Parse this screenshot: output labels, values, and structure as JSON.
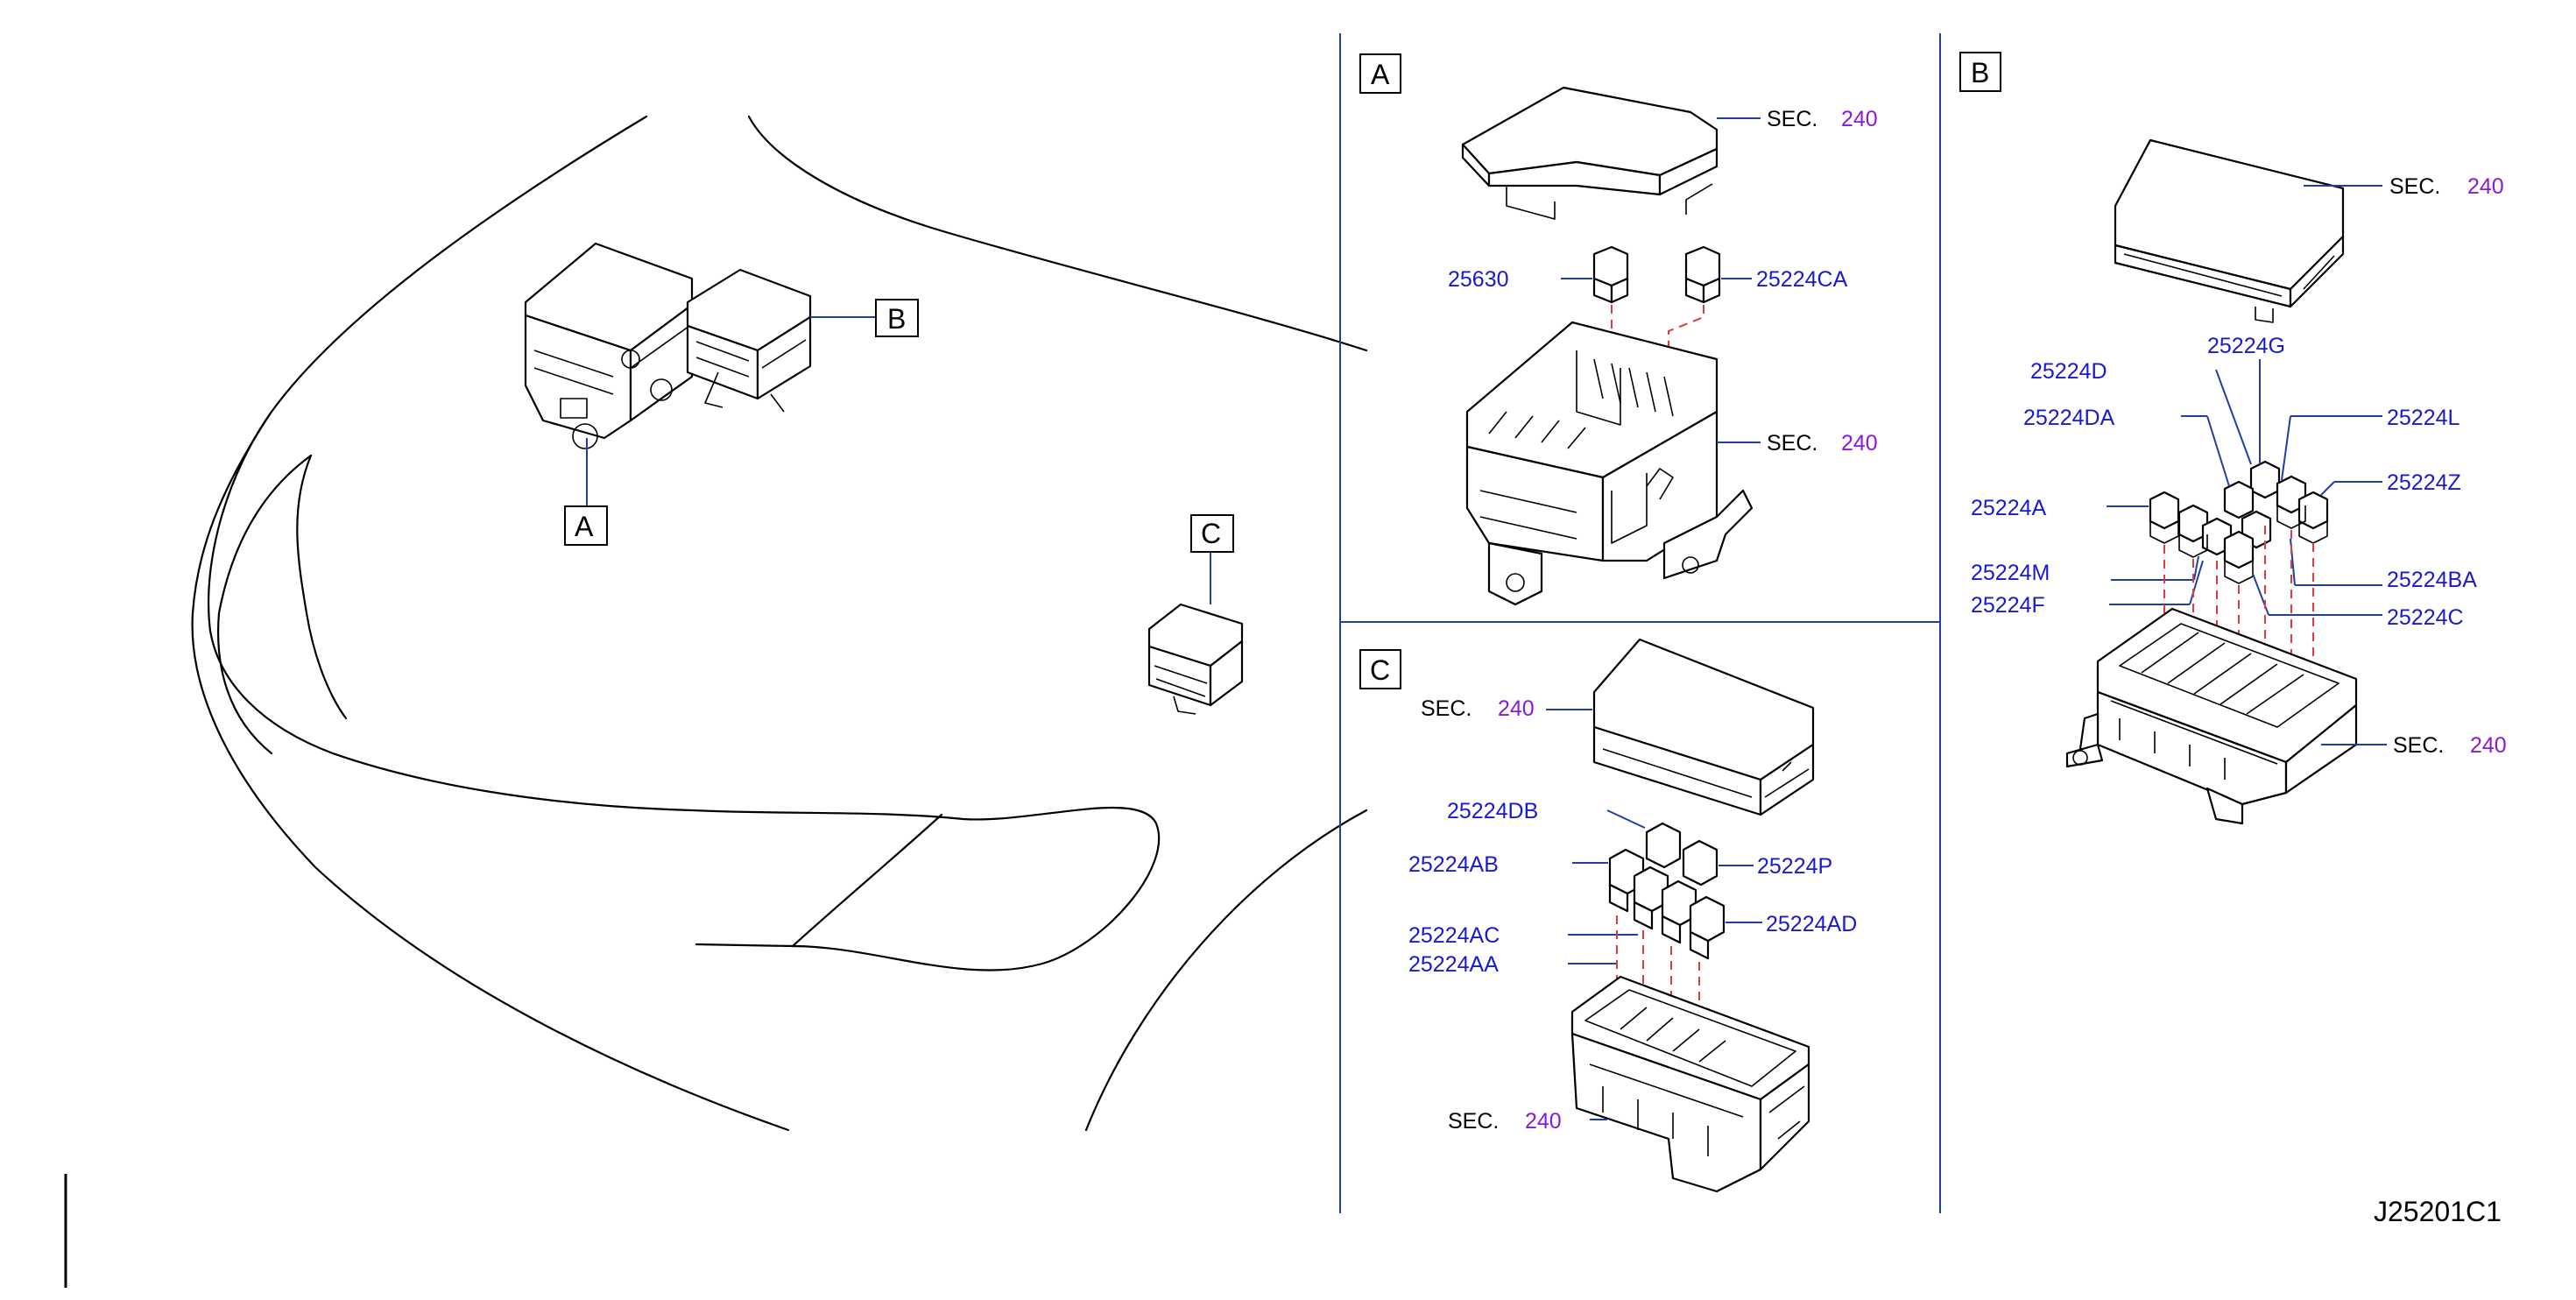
{
  "views": {
    "overview": {
      "callouts": [
        "B",
        "A",
        "C"
      ]
    },
    "A": {
      "letter": "A",
      "parts": [
        "25630",
        "25224CA"
      ],
      "sec": [
        {
          "word": "SEC.",
          "num": "240"
        },
        {
          "word": "SEC.",
          "num": "240"
        }
      ]
    },
    "B": {
      "letter": "B",
      "parts": [
        "25224G",
        "25224D",
        "25224DA",
        "25224L",
        "25224Z",
        "25224A",
        "25224M",
        "25224F",
        "25224BA",
        "25224C"
      ],
      "sec": [
        {
          "word": "SEC.",
          "num": "240"
        },
        {
          "word": "SEC.",
          "num": "240"
        }
      ]
    },
    "C": {
      "letter": "C",
      "parts": [
        "25224DB",
        "25224AB",
        "25224P",
        "25224AC",
        "25224AD",
        "25224AA"
      ],
      "sec": [
        {
          "word": "SEC.",
          "num": "240"
        },
        {
          "word": "SEC.",
          "num": "240"
        }
      ]
    }
  },
  "diagram_id": "J25201C1",
  "colors": {
    "part_number": "#1a1acc",
    "section_number": "#8a1ad6",
    "leader": "#1f3fa6",
    "dash": "#e03a3a"
  }
}
